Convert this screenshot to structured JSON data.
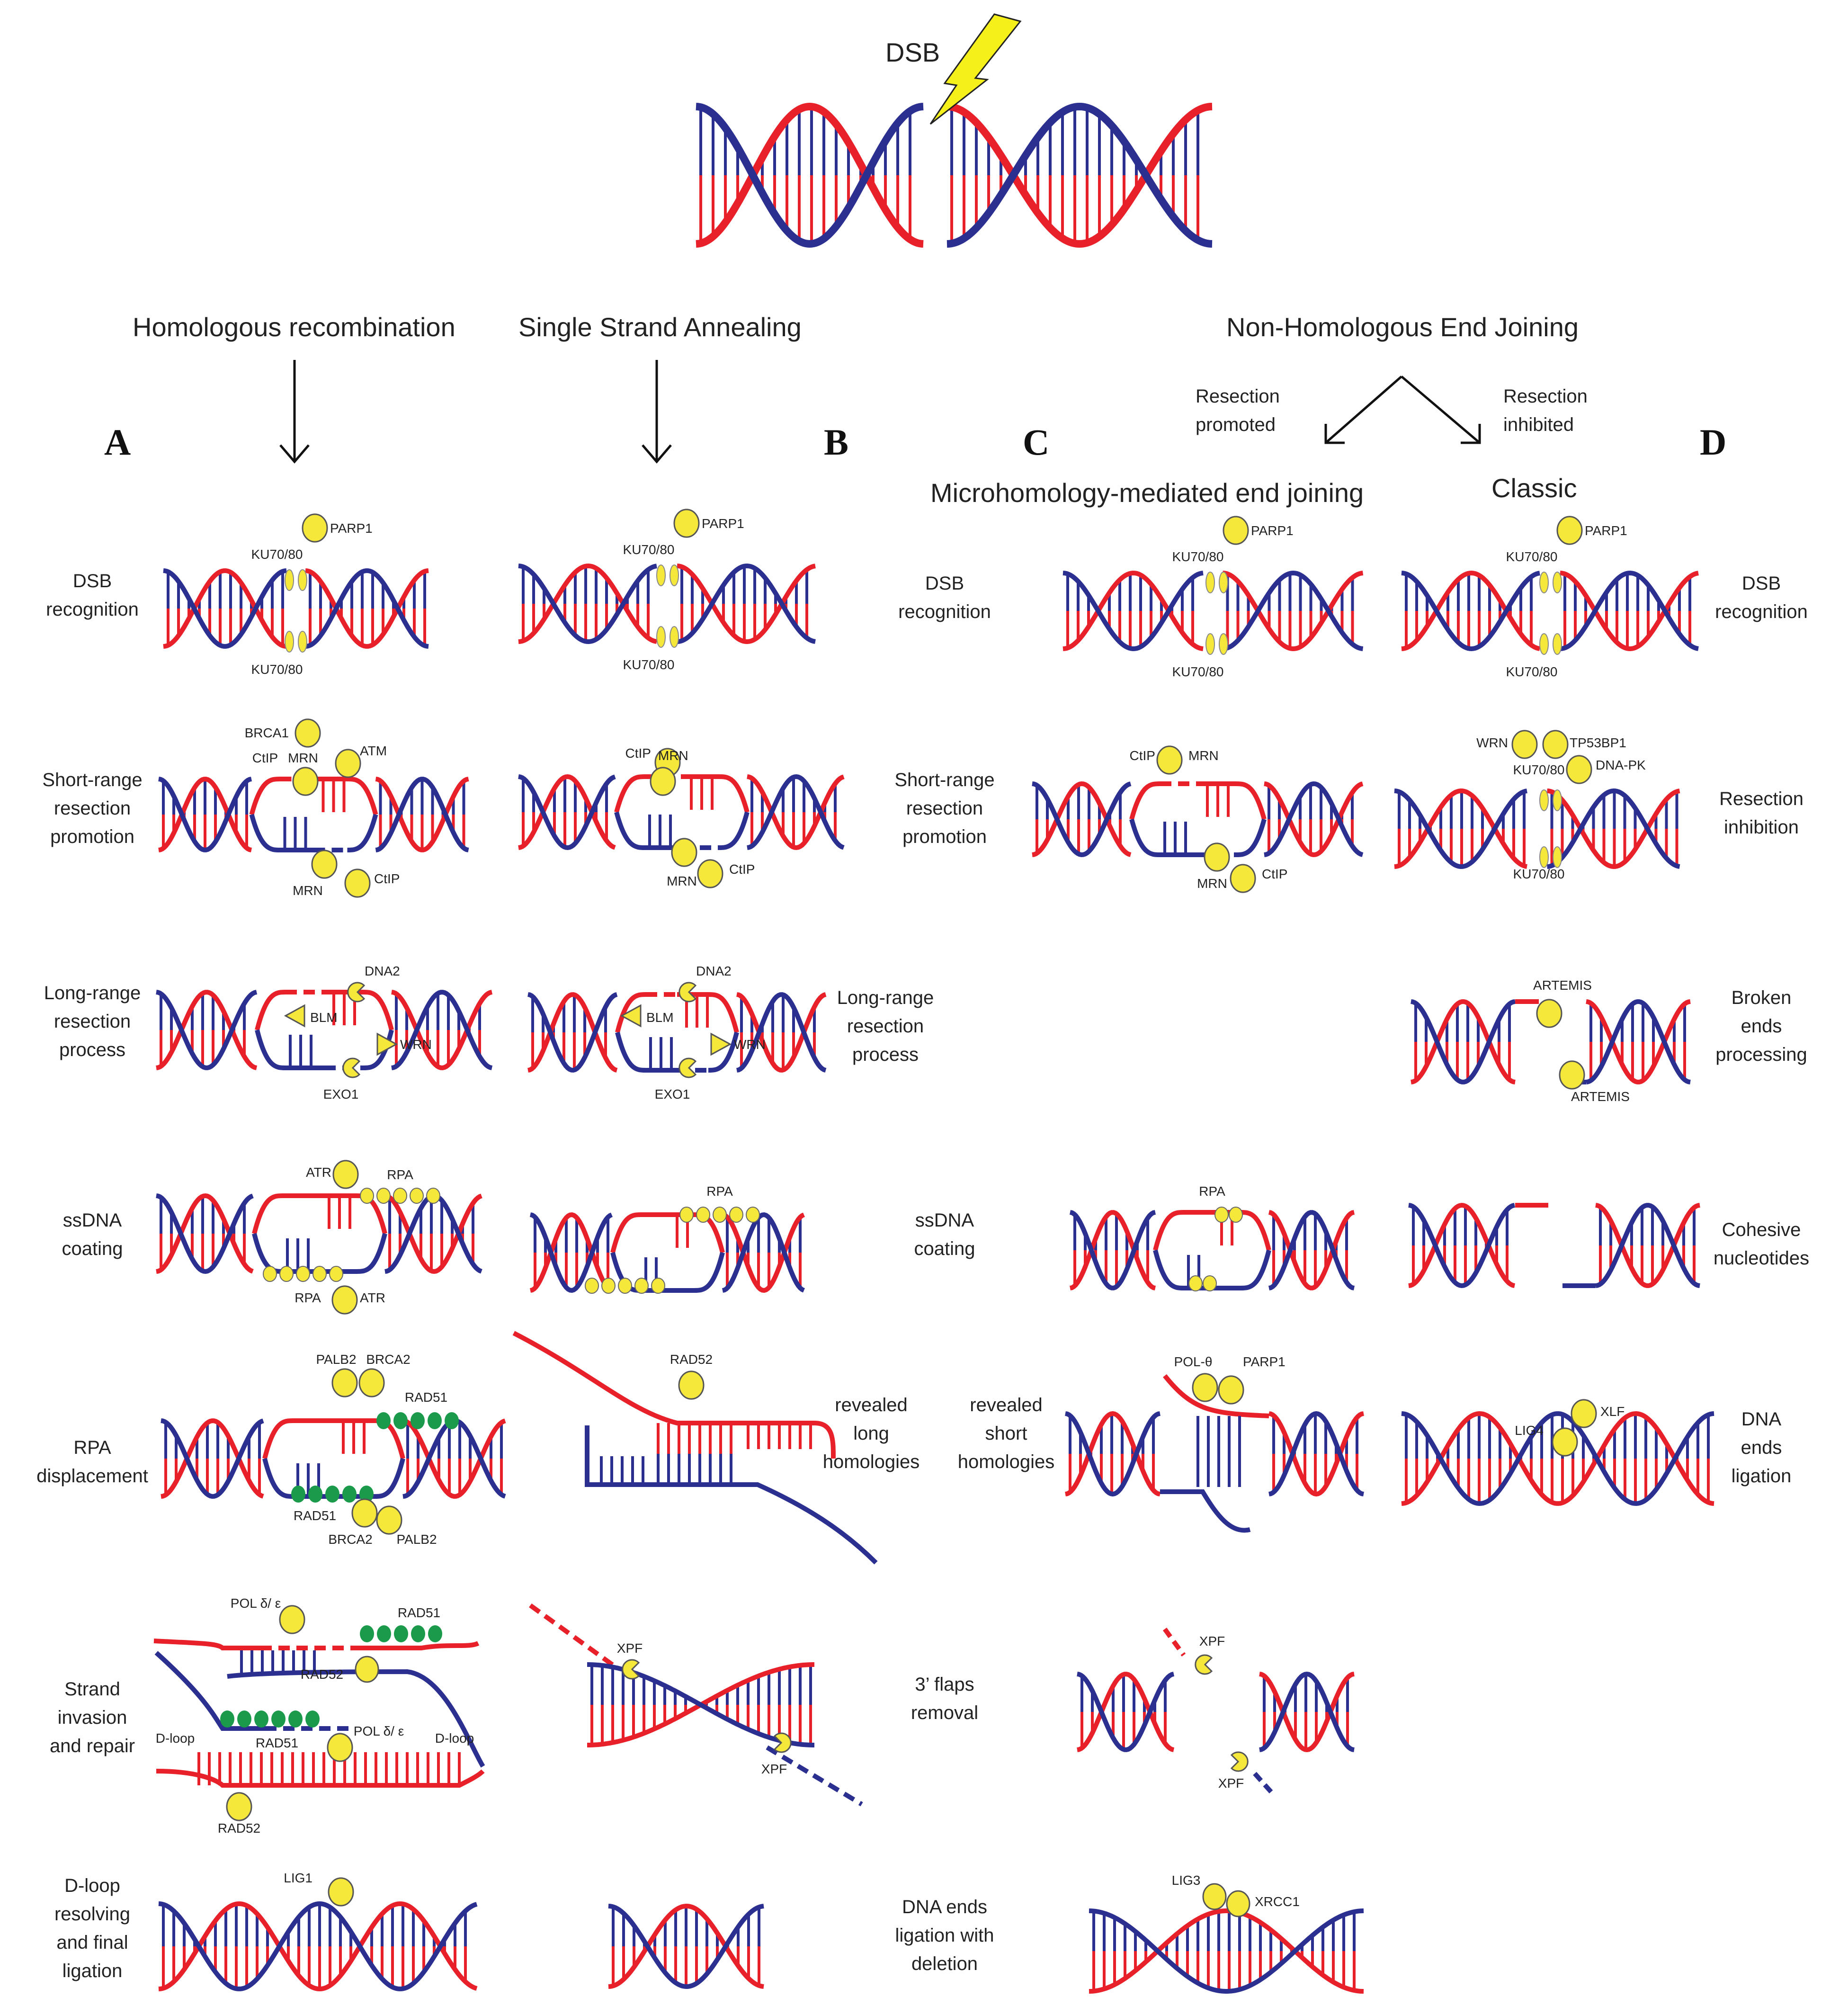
{
  "dsb_label": "DSB",
  "headers": {
    "hr": "Homologous recombination",
    "ssa": "Single Strand Annealing",
    "nhej": "Non-Homologous End Joining",
    "resection_promoted": [
      "Resection",
      "promoted"
    ],
    "resection_inhibited": [
      "Resection",
      "inhibited"
    ],
    "mmej": "Microhomology-mediated end joining",
    "classic": "Classic"
  },
  "letters": [
    "A",
    "B",
    "C",
    "D"
  ],
  "steps": {
    "hr": [
      [
        "DSB",
        "recognition"
      ],
      [
        "Short-range",
        "resection",
        "promotion"
      ],
      [
        "Long-range",
        "resection",
        "process"
      ],
      [
        "ssDNA",
        "coating"
      ],
      [
        "RPA",
        "displacement"
      ],
      [
        "Strand",
        "invasion",
        "and repair"
      ],
      [
        "D-loop",
        "resolving",
        "and final",
        "ligation"
      ]
    ],
    "ssa": [
      [
        "Long-range",
        "resection",
        "process"
      ],
      [
        "revealed",
        "long",
        "homologies"
      ]
    ],
    "mmej": [
      [
        "DSB",
        "recognition"
      ],
      [
        "Short-range",
        "resection",
        "promotion"
      ],
      [
        "ssDNA",
        "coating"
      ],
      [
        "revealed",
        "short",
        "homologies"
      ],
      [
        "3’ flaps",
        "removal"
      ],
      [
        "DNA ends",
        "ligation with",
        "deletion"
      ]
    ],
    "classic": [
      [
        "DSB",
        "recognition"
      ],
      [
        "Resection",
        "inhibition"
      ],
      [
        "Broken",
        "ends",
        "processing"
      ],
      [
        "Cohesive",
        "nucleotides"
      ],
      [
        "DNA",
        "ends",
        "ligation"
      ]
    ]
  },
  "proteins": {
    "parp1": "PARP1",
    "ku": "KU70/80",
    "brca1": "BRCA1",
    "ctip": "CtIP",
    "mrn": "MRN",
    "atm": "ATM",
    "dna2": "DNA2",
    "blm": "BLM",
    "wrn": "WRN",
    "exo1": "EXO1",
    "atr": "ATR",
    "rpa": "RPA",
    "palb2": "PALB2",
    "brca2": "BRCA2",
    "rad51": "RAD51",
    "rad52": "RAD52",
    "pol_de": "POL δ/ ε",
    "dloop": "D-loop",
    "lig1": "LIG1",
    "xpf": "XPF",
    "pol_theta": "POL-θ",
    "lig3": "LIG3",
    "xrcc1": "XRCC1",
    "tp53bp1": "TP53BP1",
    "dnapk": "DNA-PK",
    "artemis": "ARTEMIS",
    "lig4": "LIG4",
    "xlf": "XLF"
  },
  "colors": {
    "strand_red": "#e8202a",
    "strand_blue": "#2b2f8f",
    "protein_yellow": "#f6e83a",
    "rad51_green": "#1a9a4a",
    "bolt_yellow": "#f5ef1a"
  }
}
